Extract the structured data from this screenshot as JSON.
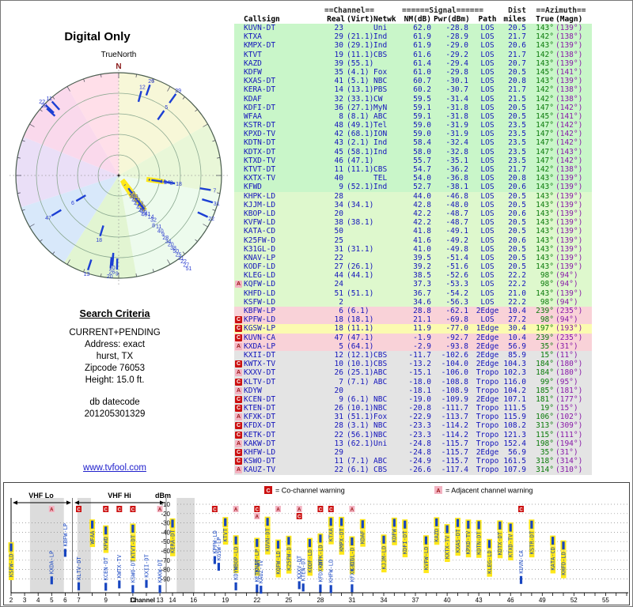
{
  "title": "Digital Only",
  "polar": {
    "true_north": "TrueNorth",
    "n": "N",
    "wedges": [
      {
        "a0": 330,
        "a1": 360,
        "c": "#ffdfe9"
      },
      {
        "a0": 0,
        "a1": 60,
        "c": "#f7f7d8"
      },
      {
        "a0": 60,
        "a1": 100,
        "c": "#e9f7d8"
      },
      {
        "a0": 100,
        "a1": 170,
        "c": "#edfbed"
      },
      {
        "a0": 170,
        "a1": 212,
        "c": "#e2f5d2"
      },
      {
        "a0": 212,
        "a1": 252,
        "c": "#d8e8fa"
      },
      {
        "a0": 252,
        "a1": 292,
        "c": "#eadff7"
      },
      {
        "a0": 292,
        "a1": 330,
        "c": "#fad9ec"
      }
    ]
  },
  "search": {
    "heading": "Search Criteria",
    "lines": [
      "CURRENT+PENDING",
      "Address: exact",
      "hurst, TX",
      "Zipcode 76053",
      "Height: 15.0 ft."
    ],
    "date_label": "db datecode",
    "datecode": "201205301329"
  },
  "link": "www.tvfool.com",
  "table": {
    "group_channel": "==Channel==",
    "group_signal": "======Signal======",
    "group_dist": "Dist",
    "group_azimuth": "==Azimuth==",
    "cols": [
      "Callsign",
      "Real",
      "(Virt)",
      "Netwk",
      "NM(dB)",
      "Pwr(dBm)",
      "Path",
      "miles",
      "True",
      "(Magn)"
    ]
  },
  "legend": {
    "c_key": "C",
    "c_text": "= Co-channel warning",
    "a_key": "A",
    "a_text": "= Adjacent channel warning"
  },
  "chart_labels": {
    "vhf_lo": "VHF Lo",
    "vhf_hi": "VHF Hi",
    "dbm": "dBm",
    "channel": "Channel"
  },
  "colors": {
    "marker_blue": "#1745c0",
    "highlight_yellow": "#ffe81a",
    "warn_c_red": "#cc1111",
    "warn_a_pink": "#f3b3c2",
    "tier_green": "#c9f6c9",
    "tier_green2": "#def8cd",
    "tier_yellow": "#fbfbb0",
    "tier_pink": "#f9d2d8",
    "tier_gray": "#e4e4e4",
    "callsign_blue": "#1314bb",
    "true_az_green": "#0a7a0a",
    "magn_az_purple": "#8819a8",
    "link_blue": "#2020cc"
  },
  "chart_bands": [
    [
      3.4,
      5.9
    ],
    [
      6.9,
      7.9
    ],
    [
      14.4,
      16.1
    ]
  ],
  "chart_data": {
    "type": "scatter",
    "title": "Digital Only",
    "xlabel": "Channel",
    "ylabel": "dBm",
    "ylim": [
      -95,
      -5
    ],
    "x_ticks_vhf": [
      2,
      3,
      4,
      5,
      6,
      7,
      9,
      11,
      13
    ],
    "x_ticks_uhf": [
      14,
      16,
      19,
      22,
      25,
      28,
      31,
      34,
      37,
      40,
      43,
      46,
      49,
      52,
      55
    ],
    "y_ticks": [
      -10,
      -20,
      -30,
      -40,
      -50,
      -60,
      -70,
      -80,
      -90
    ],
    "stations": [
      {
        "call": "KUVN-DT",
        "real": 23,
        "virt": "",
        "net": "Uni",
        "nm": 62.0,
        "pwr": -28.8,
        "path": "LOS",
        "mi": 20.5,
        "tru": 143,
        "mag": 139,
        "tier": "g1",
        "warn": ""
      },
      {
        "call": "KTXA",
        "real": 29,
        "virt": "21.1",
        "net": "Ind",
        "nm": 61.9,
        "pwr": -28.9,
        "path": "LOS",
        "mi": 21.7,
        "tru": 142,
        "mag": 138,
        "tier": "g1",
        "warn": ""
      },
      {
        "call": "KMPX-DT",
        "real": 30,
        "virt": "29.1",
        "net": "Ind",
        "nm": 61.9,
        "pwr": -29.0,
        "path": "LOS",
        "mi": 20.6,
        "tru": 143,
        "mag": 139,
        "tier": "g1",
        "warn": ""
      },
      {
        "call": "KTVT",
        "real": 19,
        "virt": "11.1",
        "net": "CBS",
        "nm": 61.6,
        "pwr": -29.2,
        "path": "LOS",
        "mi": 21.7,
        "tru": 142,
        "mag": 138,
        "tier": "g1",
        "warn": ""
      },
      {
        "call": "KAZD",
        "real": 39,
        "virt": "55.1",
        "net": "",
        "nm": 61.4,
        "pwr": -29.4,
        "path": "LOS",
        "mi": 20.7,
        "tru": 143,
        "mag": 139,
        "tier": "g1",
        "warn": ""
      },
      {
        "call": "KDFW",
        "real": 35,
        "virt": "4.1",
        "net": "Fox",
        "nm": 61.0,
        "pwr": -29.8,
        "path": "LOS",
        "mi": 20.5,
        "tru": 145,
        "mag": 141,
        "tier": "g1",
        "warn": ""
      },
      {
        "call": "KXAS-DT",
        "real": 41,
        "virt": "5.1",
        "net": "NBC",
        "nm": 60.7,
        "pwr": -30.1,
        "path": "LOS",
        "mi": 20.8,
        "tru": 143,
        "mag": 139,
        "tier": "g1",
        "warn": ""
      },
      {
        "call": "KERA-DT",
        "real": 14,
        "virt": "13.1",
        "net": "PBS",
        "nm": 60.2,
        "pwr": -30.7,
        "path": "LOS",
        "mi": 21.7,
        "tru": 142,
        "mag": 138,
        "tier": "g1",
        "warn": ""
      },
      {
        "call": "KDAF",
        "real": 32,
        "virt": "33.1",
        "net": "CW",
        "nm": 59.5,
        "pwr": -31.4,
        "path": "LOS",
        "mi": 21.5,
        "tru": 142,
        "mag": 138,
        "tier": "g1",
        "warn": ""
      },
      {
        "call": "KDFI-DT",
        "real": 36,
        "virt": "27.1",
        "net": "MyN",
        "nm": 59.1,
        "pwr": -31.8,
        "path": "LOS",
        "mi": 20.5,
        "tru": 147,
        "mag": 142,
        "tier": "g1",
        "warn": ""
      },
      {
        "call": "WFAA",
        "real": 8,
        "virt": "8.1",
        "net": "ABC",
        "nm": 59.1,
        "pwr": -31.8,
        "path": "LOS",
        "mi": 20.5,
        "tru": 145,
        "mag": 141,
        "tier": "g1",
        "warn": ""
      },
      {
        "call": "KSTR-DT",
        "real": 48,
        "virt": "49.1",
        "net": "Tel",
        "nm": 59.0,
        "pwr": -31.9,
        "path": "LOS",
        "mi": 23.5,
        "tru": 147,
        "mag": 142,
        "tier": "g1",
        "warn": ""
      },
      {
        "call": "KPXD-TV",
        "real": 42,
        "virt": "68.1",
        "net": "ION",
        "nm": 59.0,
        "pwr": -31.9,
        "path": "LOS",
        "mi": 23.5,
        "tru": 147,
        "mag": 142,
        "tier": "g1",
        "warn": ""
      },
      {
        "call": "KDTN-DT",
        "real": 43,
        "virt": "2.1",
        "net": "Ind",
        "nm": 58.4,
        "pwr": -32.4,
        "path": "LOS",
        "mi": 23.5,
        "tru": 147,
        "mag": 142,
        "tier": "g1",
        "warn": ""
      },
      {
        "call": "KDTX-DT",
        "real": 45,
        "virt": "58.1",
        "net": "Ind",
        "nm": 58.0,
        "pwr": -32.8,
        "path": "LOS",
        "mi": 23.5,
        "tru": 147,
        "mag": 143,
        "tier": "g1",
        "warn": ""
      },
      {
        "call": "KTXD-TV",
        "real": 46,
        "virt": "47.1",
        "net": "",
        "nm": 55.7,
        "pwr": -35.1,
        "path": "LOS",
        "mi": 23.5,
        "tru": 147,
        "mag": 142,
        "tier": "g1",
        "warn": ""
      },
      {
        "call": "KTVT-DT",
        "real": 11,
        "virt": "11.1",
        "net": "CBS",
        "nm": 54.7,
        "pwr": -36.2,
        "path": "LOS",
        "mi": 21.7,
        "tru": 142,
        "mag": 138,
        "tier": "g1",
        "warn": ""
      },
      {
        "call": "KXTX-TV",
        "real": 40,
        "virt": "",
        "net": "TEL",
        "nm": 54.0,
        "pwr": -36.8,
        "path": "LOS",
        "mi": 20.8,
        "tru": 143,
        "mag": 139,
        "tier": "g1",
        "warn": ""
      },
      {
        "call": "KFWD",
        "real": 9,
        "virt": "52.1",
        "net": "Ind",
        "nm": 52.7,
        "pwr": -38.1,
        "path": "LOS",
        "mi": 20.6,
        "tru": 143,
        "mag": 139,
        "tier": "g1",
        "warn": ""
      },
      {
        "call": "KHPK-LD",
        "real": 28,
        "virt": "",
        "net": "",
        "nm": 44.0,
        "pwr": -46.8,
        "path": "LOS",
        "mi": 20.5,
        "tru": 143,
        "mag": 139,
        "tier": "g2",
        "warn": ""
      },
      {
        "call": "KJJM-LD",
        "real": 34,
        "virt": "34.1",
        "net": "",
        "nm": 42.8,
        "pwr": -48.0,
        "path": "LOS",
        "mi": 20.5,
        "tru": 143,
        "mag": 139,
        "tier": "g2",
        "warn": ""
      },
      {
        "call": "KBOP-LD",
        "real": 20,
        "virt": "",
        "net": "",
        "nm": 42.2,
        "pwr": -48.7,
        "path": "LOS",
        "mi": 20.6,
        "tru": 143,
        "mag": 139,
        "tier": "g2",
        "warn": ""
      },
      {
        "call": "KVFW-LD",
        "real": 38,
        "virt": "38.1",
        "net": "",
        "nm": 42.2,
        "pwr": -48.7,
        "path": "LOS",
        "mi": 20.5,
        "tru": 143,
        "mag": 139,
        "tier": "g2",
        "warn": ""
      },
      {
        "call": "KATA-CD",
        "real": 50,
        "virt": "",
        "net": "",
        "nm": 41.8,
        "pwr": -49.1,
        "path": "LOS",
        "mi": 20.5,
        "tru": 143,
        "mag": 139,
        "tier": "g2",
        "warn": ""
      },
      {
        "call": "K25FW-D",
        "real": 25,
        "virt": "",
        "net": "",
        "nm": 41.6,
        "pwr": -49.2,
        "path": "LOS",
        "mi": 20.6,
        "tru": 143,
        "mag": 139,
        "tier": "g2",
        "warn": ""
      },
      {
        "call": "K31GL-D",
        "real": 31,
        "virt": "31.1",
        "net": "",
        "nm": 41.0,
        "pwr": -49.8,
        "path": "LOS",
        "mi": 20.5,
        "tru": 143,
        "mag": 139,
        "tier": "g2",
        "warn": ""
      },
      {
        "call": "KNAV-LP",
        "real": 22,
        "virt": "",
        "net": "",
        "nm": 39.5,
        "pwr": -51.4,
        "path": "LOS",
        "mi": 20.5,
        "tru": 143,
        "mag": 139,
        "tier": "g2",
        "warn": ""
      },
      {
        "call": "KODF-LD",
        "real": 27,
        "virt": "26.1",
        "net": "",
        "nm": 39.2,
        "pwr": -51.6,
        "path": "LOS",
        "mi": 20.5,
        "tru": 143,
        "mag": 139,
        "tier": "g2",
        "warn": ""
      },
      {
        "call": "KLEG-LD",
        "real": 44,
        "virt": "44.1",
        "net": "",
        "nm": 38.5,
        "pwr": -52.6,
        "path": "LOS",
        "mi": 22.2,
        "tru": 98,
        "mag": 94,
        "tier": "g2",
        "warn": ""
      },
      {
        "call": "KQFW-LD",
        "real": 24,
        "virt": "",
        "net": "",
        "nm": 37.3,
        "pwr": -53.3,
        "path": "LOS",
        "mi": 22.2,
        "tru": 98,
        "mag": 94,
        "tier": "g2",
        "warn": "A"
      },
      {
        "call": "KHFD-LD",
        "real": 51,
        "virt": "51.1",
        "net": "",
        "nm": 36.7,
        "pwr": -54.2,
        "path": "LOS",
        "mi": 21.0,
        "tru": 143,
        "mag": 139,
        "tier": "g2",
        "warn": ""
      },
      {
        "call": "KSFW-LD",
        "real": 2,
        "virt": "",
        "net": "",
        "nm": 34.6,
        "pwr": -56.3,
        "path": "LOS",
        "mi": 22.2,
        "tru": 98,
        "mag": 94,
        "tier": "g2",
        "warn": ""
      },
      {
        "call": "KBFW-LP",
        "real": 6,
        "virt": "6.1",
        "net": "",
        "nm": 28.8,
        "pwr": -62.1,
        "path": "2Edge",
        "mi": 10.4,
        "tru": 239,
        "mag": 235,
        "tier": "r",
        "warn": ""
      },
      {
        "call": "KPFW-LD",
        "real": 18,
        "virt": "18.1",
        "net": "",
        "nm": 21.1,
        "pwr": -69.8,
        "path": "LOS",
        "mi": 27.2,
        "tru": 98,
        "mag": 94,
        "tier": "r",
        "warn": "C"
      },
      {
        "call": "KGSW-LP",
        "real": 18,
        "virt": "11.1",
        "net": "",
        "nm": 11.9,
        "pwr": -77.0,
        "path": "1Edge",
        "mi": 30.4,
        "tru": 197,
        "mag": 193,
        "tier": "y",
        "warn": "C"
      },
      {
        "call": "KUVN-CA",
        "real": 47,
        "virt": "47.1",
        "net": "",
        "nm": -1.9,
        "pwr": -92.7,
        "path": "2Edge",
        "mi": 10.4,
        "tru": 239,
        "mag": 235,
        "tier": "r",
        "warn": "C"
      },
      {
        "call": "KXDA-LP",
        "real": 5,
        "virt": "64.1",
        "net": "",
        "nm": -2.9,
        "pwr": -93.8,
        "path": "2Edge",
        "mi": 56.9,
        "tru": 35,
        "mag": 31,
        "tier": "r",
        "warn": "A"
      },
      {
        "call": "KXII-DT",
        "real": 12,
        "virt": "12.1",
        "net": "CBS",
        "nm": -11.7,
        "pwr": -102.6,
        "path": "2Edge",
        "mi": 85.9,
        "tru": 15,
        "mag": 11,
        "tier": "gy",
        "warn": ""
      },
      {
        "call": "KWTX-TV",
        "real": 10,
        "virt": "10.1",
        "net": "CBS",
        "nm": -13.2,
        "pwr": -104.0,
        "path": "2Edge",
        "mi": 104.3,
        "tru": 184,
        "mag": 180,
        "tier": "gy",
        "warn": "C"
      },
      {
        "call": "KXXV-DT",
        "real": 26,
        "virt": "25.1",
        "net": "ABC",
        "nm": -15.1,
        "pwr": -106.0,
        "path": "Tropo",
        "mi": 102.3,
        "tru": 184,
        "mag": 180,
        "tier": "gy",
        "warn": "A"
      },
      {
        "call": "KLTV-DT",
        "real": 7,
        "virt": "7.1",
        "net": "ABC",
        "nm": -18.0,
        "pwr": -108.8,
        "path": "Tropo",
        "mi": 116.0,
        "tru": 99,
        "mag": 95,
        "tier": "gy",
        "warn": "C"
      },
      {
        "call": "KDYW",
        "real": 20,
        "virt": "",
        "net": "",
        "nm": -18.1,
        "pwr": -108.9,
        "path": "Tropo",
        "mi": 104.2,
        "tru": 185,
        "mag": 181,
        "tier": "gy",
        "warn": "A"
      },
      {
        "call": "KCEN-DT",
        "real": 9,
        "virt": "6.1",
        "net": "NBC",
        "nm": -19.0,
        "pwr": -109.9,
        "path": "2Edge",
        "mi": 107.1,
        "tru": 181,
        "mag": 177,
        "tier": "gy",
        "warn": "C"
      },
      {
        "call": "KTEN-DT",
        "real": 26,
        "virt": "10.1",
        "net": "NBC",
        "nm": -20.8,
        "pwr": -111.7,
        "path": "Tropo",
        "mi": 111.5,
        "tru": 19,
        "mag": 15,
        "tier": "gy",
        "warn": "C"
      },
      {
        "call": "KFXK-DT",
        "real": 31,
        "virt": "51.1",
        "net": "Fox",
        "nm": -22.9,
        "pwr": -113.7,
        "path": "Tropo",
        "mi": 115.9,
        "tru": 106,
        "mag": 102,
        "tier": "gy",
        "warn": "A"
      },
      {
        "call": "KFDX-DT",
        "real": 28,
        "virt": "3.1",
        "net": "NBC",
        "nm": -23.3,
        "pwr": -114.2,
        "path": "Tropo",
        "mi": 108.2,
        "tru": 313,
        "mag": 309,
        "tier": "gy",
        "warn": "C"
      },
      {
        "call": "KETK-DT",
        "real": 22,
        "virt": "56.1",
        "net": "NBC",
        "nm": -23.3,
        "pwr": -114.2,
        "path": "Tropo",
        "mi": 121.3,
        "tru": 115,
        "mag": 111,
        "tier": "gy",
        "warn": "C"
      },
      {
        "call": "KAKW-DT",
        "real": 13,
        "virt": "62.1",
        "net": "Uni",
        "nm": -24.8,
        "pwr": -115.7,
        "path": "Tropo",
        "mi": 152.4,
        "tru": 198,
        "mag": 194,
        "tier": "gy",
        "warn": "A"
      },
      {
        "call": "KHFW-LD",
        "real": 29,
        "virt": "",
        "net": "",
        "nm": -24.8,
        "pwr": -115.7,
        "path": "2Edge",
        "mi": 56.9,
        "tru": 35,
        "mag": 31,
        "tier": "gy",
        "warn": "C"
      },
      {
        "call": "KSWO-DT",
        "real": 11,
        "virt": "7.1",
        "net": "ABC",
        "nm": -24.9,
        "pwr": -115.7,
        "path": "Tropo",
        "mi": 161.5,
        "tru": 318,
        "mag": 314,
        "tier": "gy",
        "warn": "C"
      },
      {
        "call": "KAUZ-TV",
        "real": 22,
        "virt": "6.1",
        "net": "CBS",
        "nm": -26.6,
        "pwr": -117.4,
        "path": "Tropo",
        "mi": 107.9,
        "tru": 314,
        "mag": 310,
        "tier": "gy",
        "warn": "A"
      }
    ]
  }
}
